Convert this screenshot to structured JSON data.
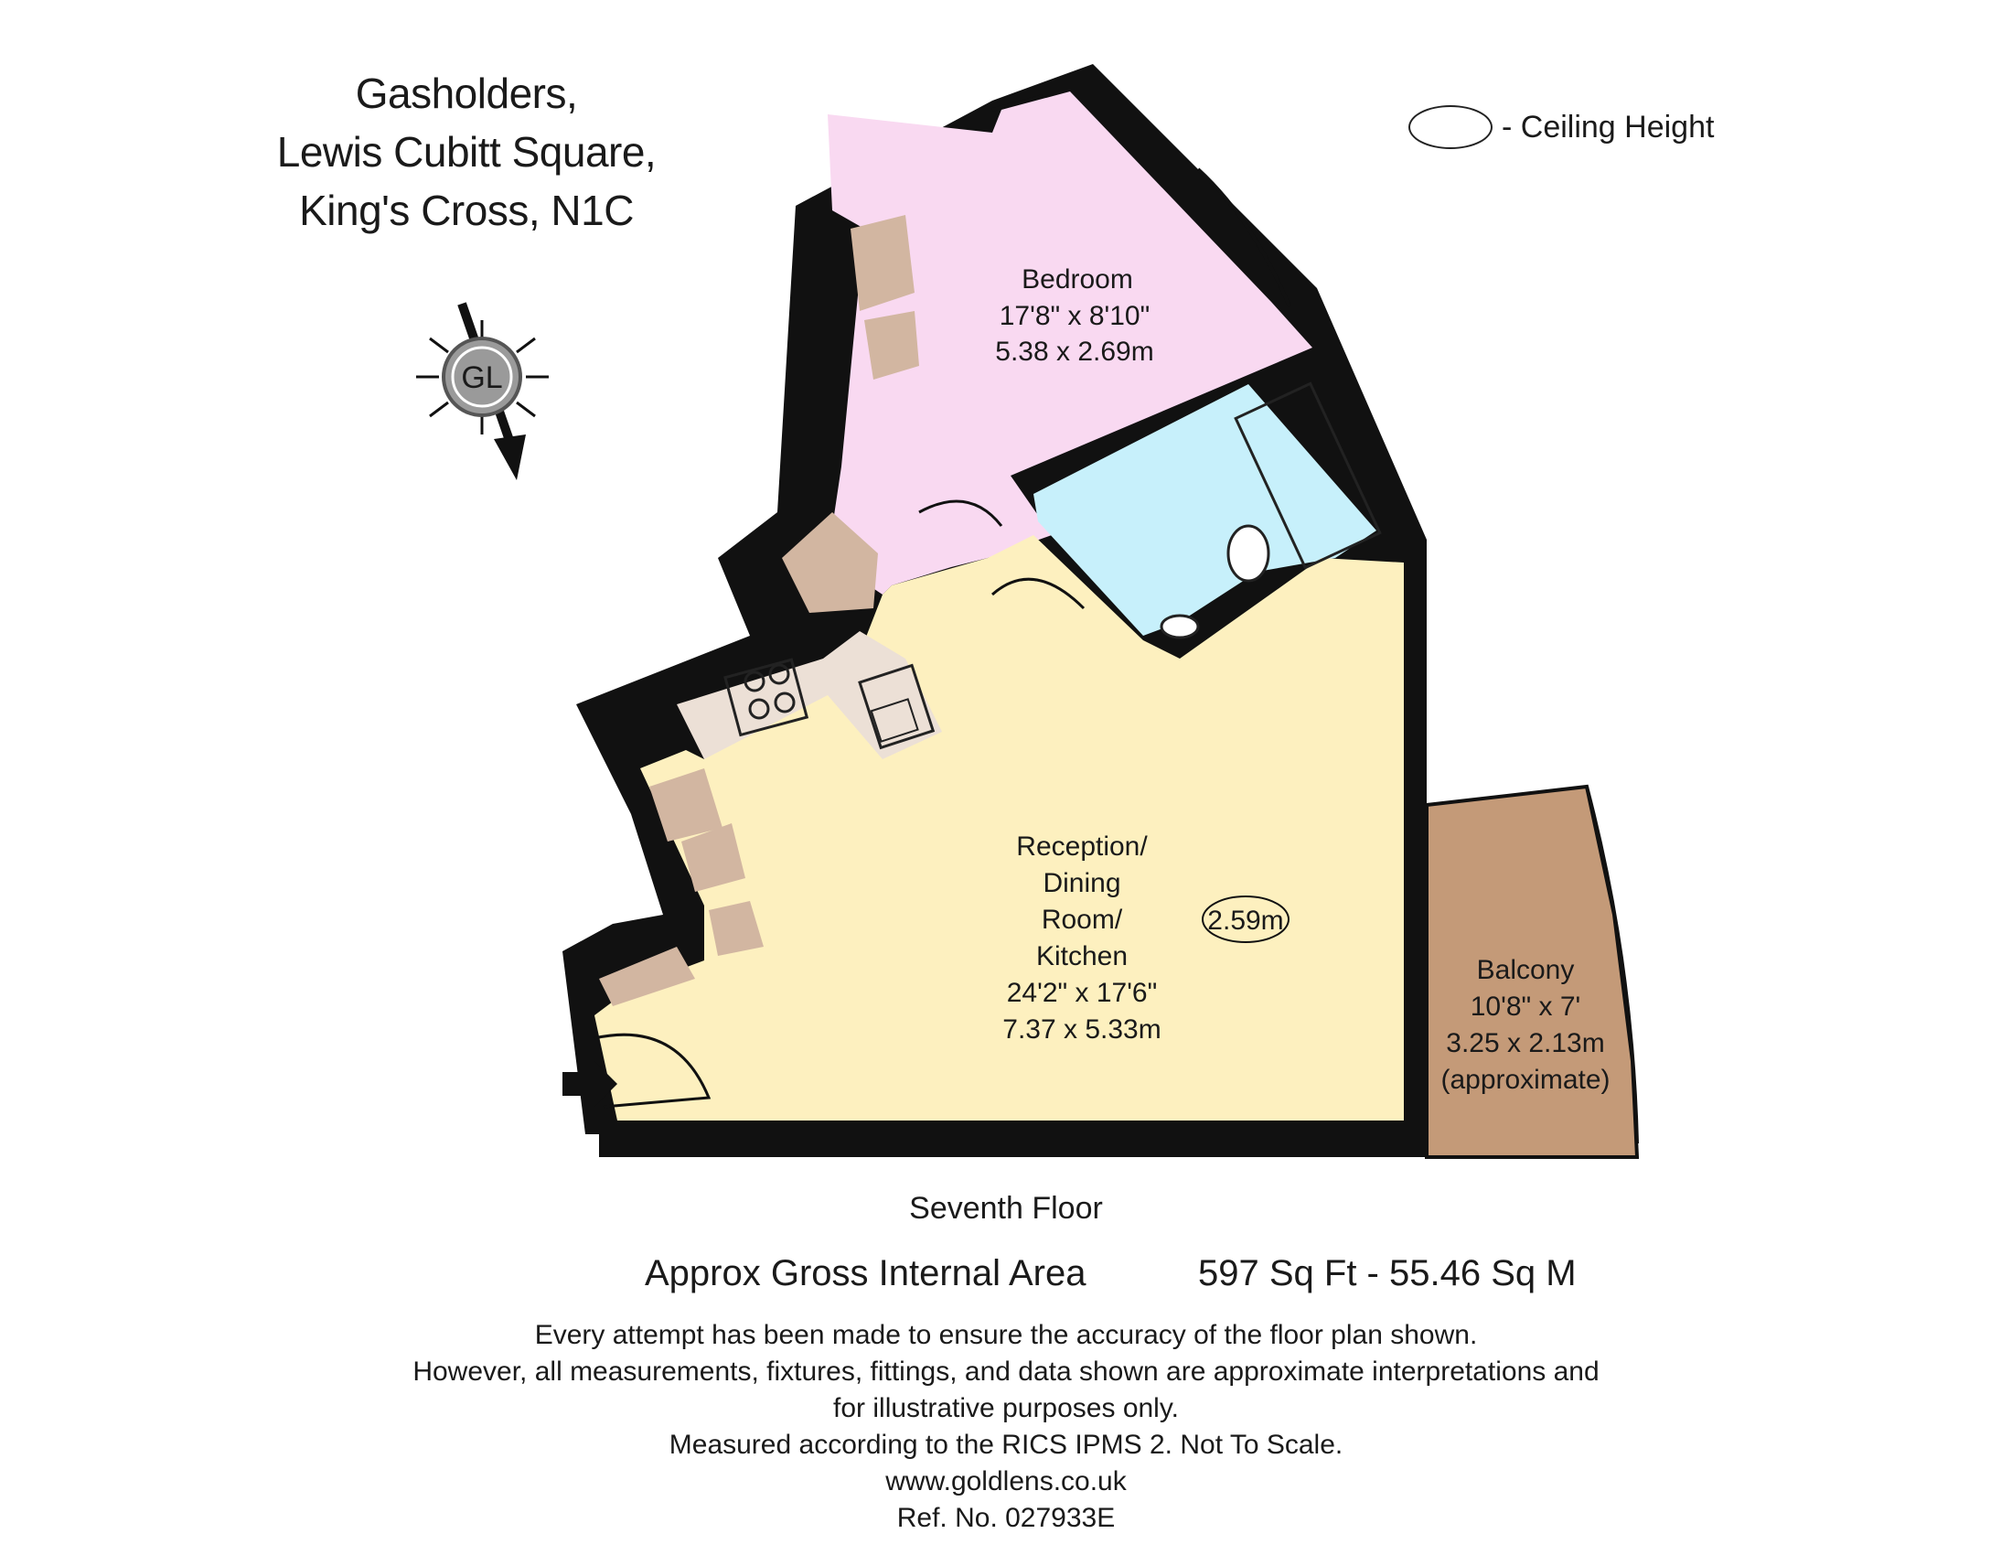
{
  "header": {
    "title_lines": [
      "Gasholders,",
      "Lewis Cubitt Square,",
      "King's Cross, N1C"
    ]
  },
  "legend": {
    "label": "- Ceiling Height"
  },
  "compass": {
    "label": "GL"
  },
  "rooms": {
    "bedroom": {
      "name": "Bedroom",
      "imperial": "17'8\" x 8'10\"",
      "metric": "5.38 x 2.69m"
    },
    "reception": {
      "lines": [
        "Reception/",
        "Dining",
        "Room/",
        "Kitchen"
      ],
      "imperial": "24'2\" x 17'6\"",
      "metric": "7.37 x 5.33m"
    },
    "balcony": {
      "name": "Balcony",
      "imperial": "10'8\" x 7'",
      "metric": "3.25 x 2.13m",
      "note": "(approximate)"
    },
    "ceiling_height": "2.59m"
  },
  "floor": {
    "label": "Seventh Floor"
  },
  "area": {
    "label": "Approx Gross Internal Area",
    "value": "597 Sq Ft  -  55.46 Sq M"
  },
  "disclaimer": {
    "lines": [
      "Every attempt has been made to ensure the accuracy of the floor plan shown.",
      "However, all measurements, fixtures, fittings, and data shown are approximate interpretations and",
      "for illustrative purposes only.",
      "Measured according to the RICS IPMS 2. Not To Scale.",
      "www.goldlens.co.uk",
      "Ref. No. 027933E"
    ]
  },
  "colors": {
    "wall": "#111111",
    "bedroom": "#f9d9f1",
    "reception": "#fdf0bf",
    "bathroom": "#c7f0fb",
    "storage": "#d2b6a1",
    "worktop": "#ece0d6",
    "balcony": "#c49a78"
  }
}
